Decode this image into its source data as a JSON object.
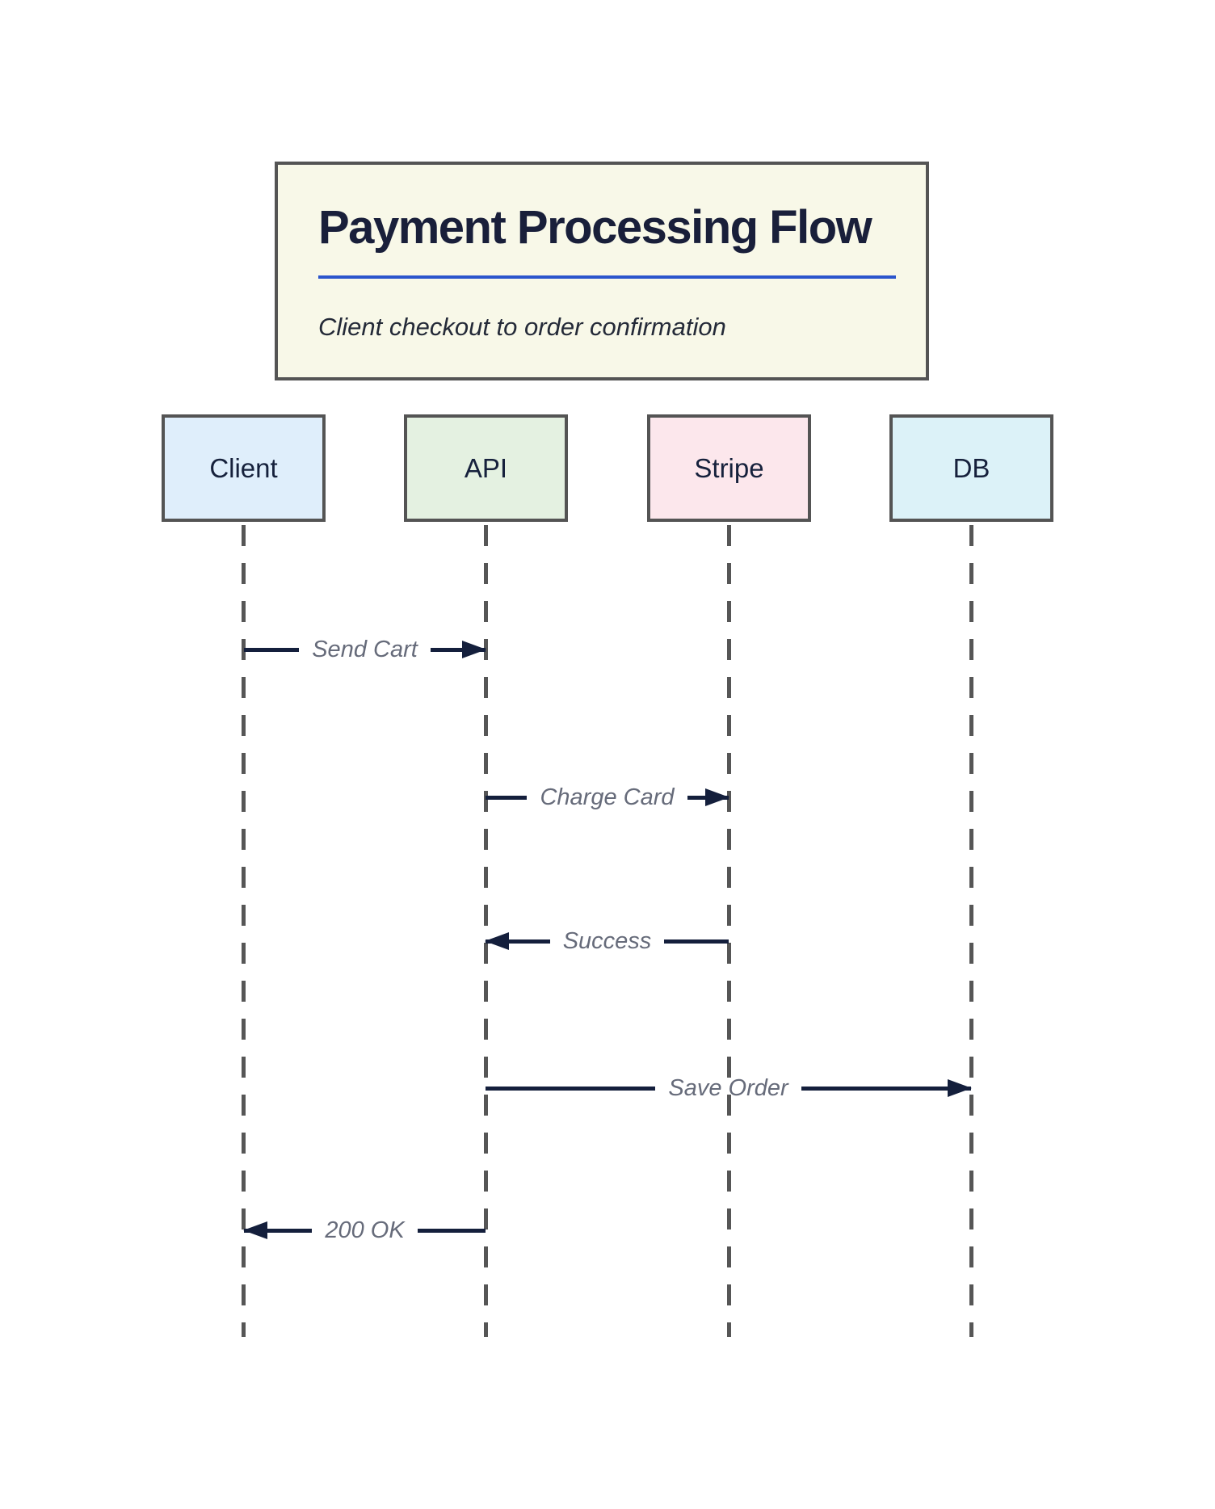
{
  "header": {
    "title": "Payment Processing Flow",
    "subtitle": "Client checkout to order confirmation"
  },
  "actors": [
    {
      "label": "Client",
      "fill": "#dfeefb"
    },
    {
      "label": "API",
      "fill": "#e4f1e1"
    },
    {
      "label": "Stripe",
      "fill": "#fce7ec"
    },
    {
      "label": "DB",
      "fill": "#dcf2f8"
    }
  ],
  "messages": [
    {
      "label": "Send Cart",
      "from": "Client",
      "to": "API",
      "direction": "right"
    },
    {
      "label": "Charge Card",
      "from": "API",
      "to": "Stripe",
      "direction": "right"
    },
    {
      "label": "Success",
      "from": "Stripe",
      "to": "API",
      "direction": "left"
    },
    {
      "label": "Save Order",
      "from": "API",
      "to": "DB",
      "direction": "right"
    },
    {
      "label": "200 OK",
      "from": "API",
      "to": "Client",
      "direction": "left"
    }
  ],
  "colors": {
    "title_box_fill": "#f8f8e8",
    "box_border": "#545454",
    "accent_rule": "#2b55cc",
    "title_text": "#191f3a",
    "subtitle_text": "#242a38",
    "arrow": "#141f3c",
    "message_label_text": "#666b7a",
    "lifeline": "#565656"
  }
}
